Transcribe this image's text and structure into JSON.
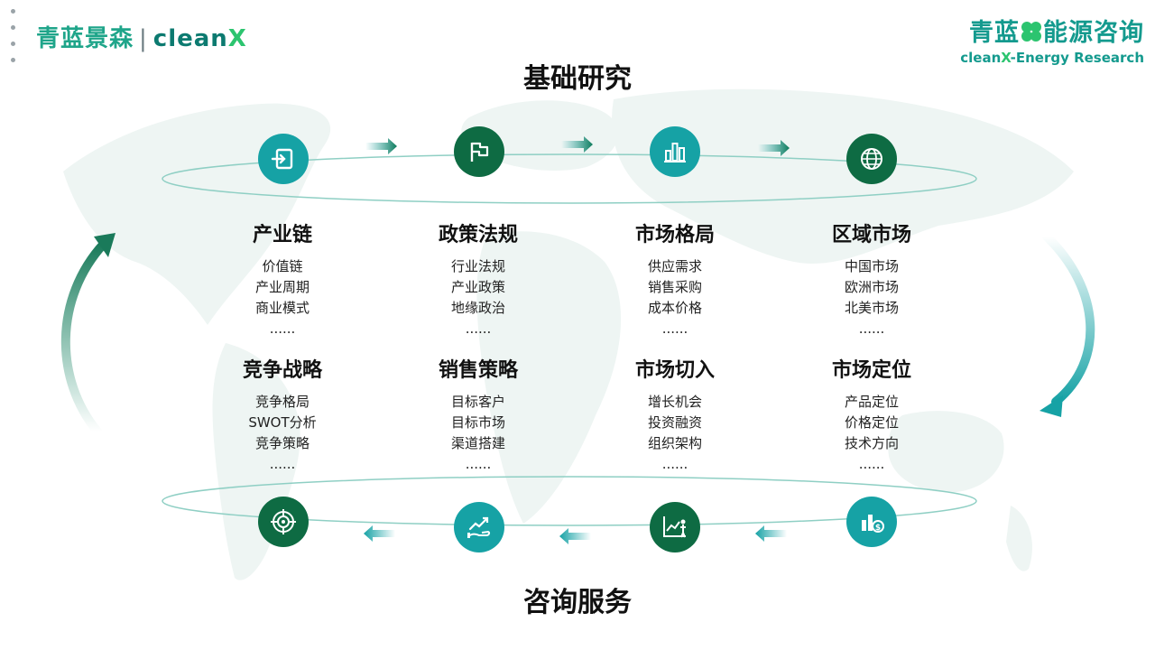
{
  "logo_left": {
    "part1": "青蓝景森",
    "separator": "|",
    "part2": "clean",
    "part3": "X"
  },
  "logo_right": {
    "cn_a": "青蓝",
    "cn_b": "能源咨询",
    "en_a": "clean",
    "en_x": "X",
    "en_b": "-Energy Research"
  },
  "titles": {
    "top": "基础研究",
    "bottom": "咨询服务"
  },
  "colors": {
    "teal": "#16a2a5",
    "dark_green": "#0e6b43",
    "accent_green": "#2cc46f"
  },
  "top_row": [
    {
      "heading": "产业链",
      "items": [
        "价值链",
        "产业周期",
        "商业模式",
        "......"
      ],
      "icon": "login-icon",
      "color": "teal"
    },
    {
      "heading": "政策法规",
      "items": [
        "行业法规",
        "产业政策",
        "地缘政治",
        "......"
      ],
      "icon": "flag-icon",
      "color": "dark_green"
    },
    {
      "heading": "市场格局",
      "items": [
        "供应需求",
        "销售采购",
        "成本价格",
        "......"
      ],
      "icon": "bar-chart-icon",
      "color": "teal"
    },
    {
      "heading": "区域市场",
      "items": [
        "中国市场",
        "欧洲市场",
        "北美市场",
        "......"
      ],
      "icon": "globe-icon",
      "color": "dark_green"
    }
  ],
  "bottom_row": [
    {
      "heading": "竞争战略",
      "items": [
        "竞争格局",
        "SWOT分析",
        "竞争策略",
        "......"
      ],
      "icon": "target-icon",
      "color": "dark_green"
    },
    {
      "heading": "销售策略",
      "items": [
        "目标客户",
        "目标市场",
        "渠道搭建",
        "......"
      ],
      "icon": "growth-hand-icon",
      "color": "teal"
    },
    {
      "heading": "市场切入",
      "items": [
        "增长机会",
        "投资融资",
        "组织架构",
        "......"
      ],
      "icon": "presenter-chart-icon",
      "color": "dark_green"
    },
    {
      "heading": "市场定位",
      "items": [
        "产品定位",
        "价格定位",
        "技术方向",
        "......"
      ],
      "icon": "money-chart-icon",
      "color": "teal"
    }
  ]
}
